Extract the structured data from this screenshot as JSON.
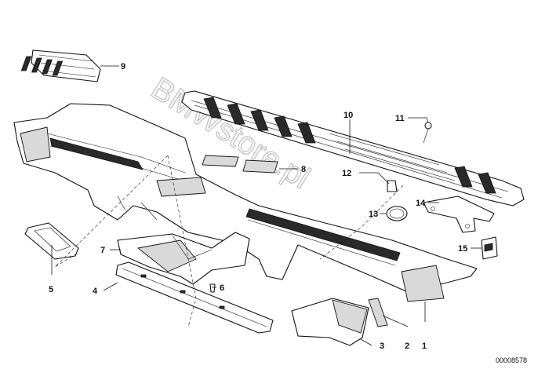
{
  "diagram": {
    "reference_number": "00008578",
    "watermark": "BMWstore.pl",
    "callouts": [
      "1",
      "2",
      "3",
      "4",
      "5",
      "6",
      "7",
      "8",
      "9",
      "10",
      "11",
      "12",
      "13",
      "14",
      "15"
    ]
  }
}
